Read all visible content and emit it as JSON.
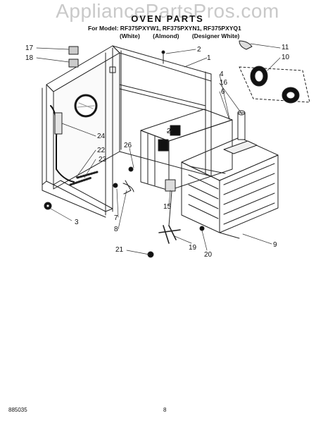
{
  "watermark": "AppliancePartsPros.com",
  "title": "OVEN PARTS",
  "model_line": "For Model: RF375PXYW1, RF375PXYN1, RF375PXYQ1",
  "variants": [
    "(White)",
    "(Almond)",
    "(Designer White)"
  ],
  "callouts": [
    "17",
    "18",
    "2",
    "1",
    "11",
    "10",
    "4",
    "16",
    "6",
    "24",
    "25",
    "26",
    "22",
    "23",
    "15",
    "7",
    "8",
    "3",
    "9",
    "21",
    "19",
    "20"
  ],
  "footer": {
    "doc_number": "885035",
    "page": "8"
  }
}
